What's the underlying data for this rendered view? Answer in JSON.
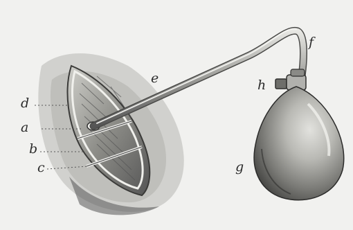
{
  "figure": {
    "labels": {
      "a": "a",
      "b": "b",
      "c": "c",
      "d": "d",
      "e": "e",
      "f": "f",
      "g": "g",
      "h": "h"
    },
    "colors": {
      "paper": "#f1f1ef",
      "ink": "#2b2b2b",
      "tissue_shadow": "#7c7c7c",
      "bulb_dark": "#4f4f4f",
      "bulb_light": "#dcdcd8"
    }
  }
}
